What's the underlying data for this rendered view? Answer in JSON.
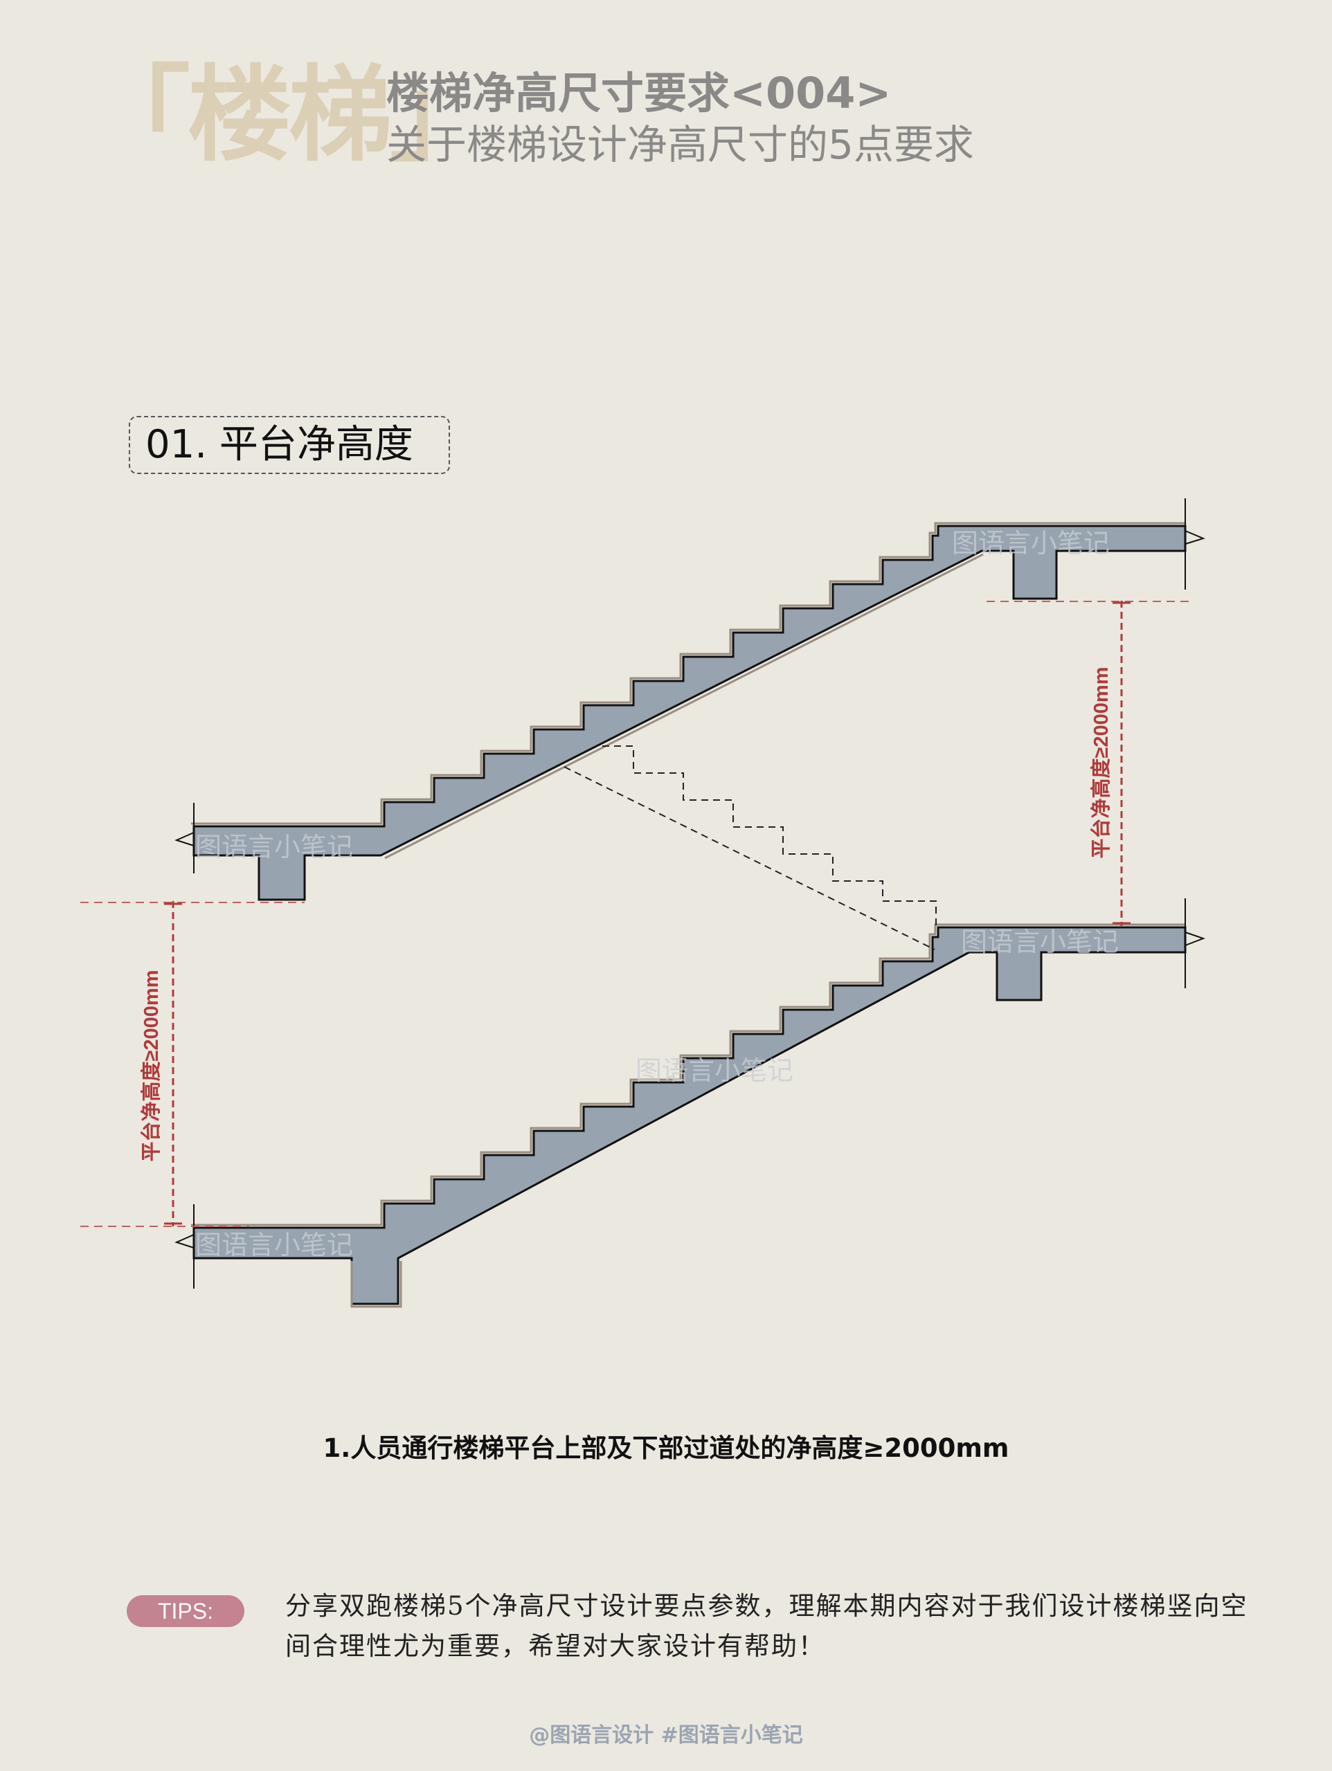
{
  "header": {
    "brand": "「楼梯」",
    "title": "楼梯净高尺寸要求<004>",
    "subtitle": "关于楼梯设计净高尺寸的5点要求"
  },
  "section": {
    "label": "01. 平台净高度"
  },
  "diagram": {
    "upper_clearance_label": "平台净高度≥2000mm",
    "lower_clearance_label": "平台净高度≥2000mm",
    "watermark": "图语言小笔记",
    "colors": {
      "concrete": "#97a3af",
      "outline": "#111111",
      "finish": "#9a8e82",
      "dimension": "#b03a3a"
    }
  },
  "caption": "1.人员通行楼梯平台上部及下部过道处的净高度≥2000mm",
  "tips": {
    "badge": "TIPS:",
    "text": "分享双跑楼梯5个净高尺寸设计要点参数，理解本期内容对于我们设计楼梯竖向空间合理性尤为重要，希望对大家设计有帮助！"
  },
  "footer": "@图语言设计 #图语言小笔记"
}
